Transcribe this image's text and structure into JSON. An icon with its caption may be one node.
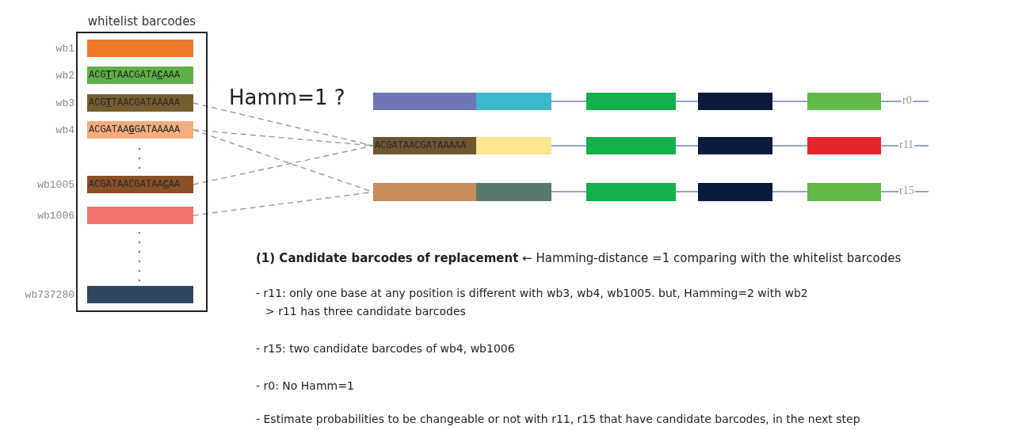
{
  "diagram": {
    "nodes": [
      {
        "text": [
          "whitelist barcodes"
        ]
      },
      {
        "text": [],
        "shape": "bar",
        "in": 0,
        "beside": [
          "wb1"
        ]
      },
      {
        "text": [
          "ACG**T**TAACGATA**C**AAA"
        ],
        "in": 0,
        "beside": [
          "wb2"
        ]
      },
      {
        "text": [
          "ACG**T**TAACGATAAAAA"
        ],
        "in": 0,
        "beside": [
          "wb3"
        ]
      },
      {
        "text": [
          "ACGATAA**G**GATAAAAA"
        ],
        "in": 0,
        "beside": [
          "wb4"
        ]
      },
      {
        "text": [
          "ACGATAACGATAA**C**AA"
        ],
        "in": 0,
        "beside": [
          "wb1005"
        ]
      },
      {
        "text": [],
        "shape": "bar",
        "in": 0,
        "beside": [
          "wb1006"
        ]
      },
      {
        "text": [],
        "shape": "bar",
        "in": 0,
        "beside": [
          "wb737280"
        ]
      },
      {
        "text": [],
        "shape": "bar"
      },
      {
        "text": [
          "ACGATAACGATAAAAA"
        ]
      },
      {
        "text": [],
        "shape": "bar"
      }
    ],
    "edges": [
      {
        "from": 3,
        "to": 9,
        "arrow": "none",
        "style": "dashed"
      },
      {
        "from": 4,
        "to": 9,
        "arrow": "none",
        "style": "dashed"
      },
      {
        "from": 5,
        "to": 9,
        "arrow": "none",
        "style": "dashed"
      },
      {
        "from": 4,
        "to": 10,
        "arrow": "none",
        "style": "dashed"
      },
      {
        "from": 6,
        "to": 10,
        "arrow": "none",
        "style": "dashed"
      }
    ],
    "labels": [
      "Hamm=1 ?",
      "r0",
      "r11",
      "r15",
      "**(1) Candidate barcodes of replacement** ← Hamming-distance =1 comparing with the whitelist barcodes",
      "- r11: only one base at any position is different with wb3, wb4, wb1005. but, Hamming=2 with wb2",
      "> r11 has three candidate barcodes",
      "- r15: two candidate barcodes of wb4, wb1006",
      "- r0: No Hamm=1",
      "- Estimate probabilities to be changeable or not with r11, r15 that have candidate barcodes, in the next step"
    ]
  }
}
